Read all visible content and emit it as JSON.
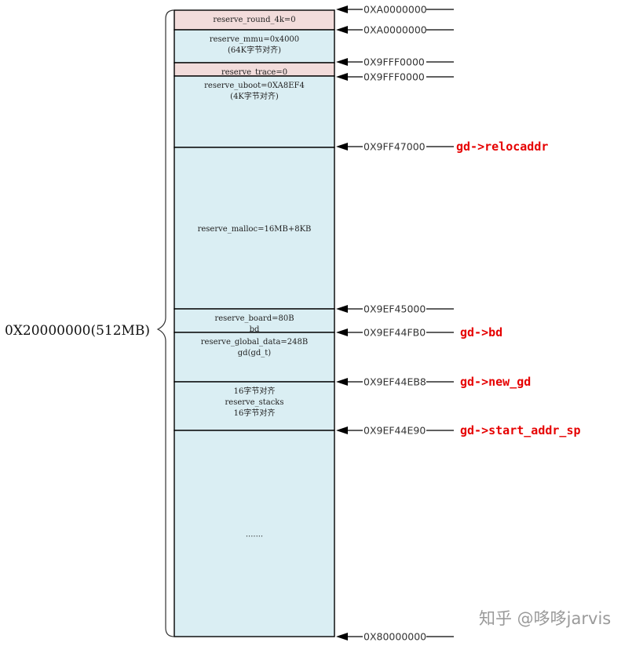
{
  "total_size_label": "0X20000000(512MB)",
  "watermark": "知乎 @哆哆jarvis",
  "blocks": [
    {
      "lines": [
        "reserve_round_4k=0"
      ],
      "color": "#f2dcdb"
    },
    {
      "lines": [
        "reserve_mmu=0x4000",
        "(64K字节对齐)"
      ],
      "color": "#daeef3"
    },
    {
      "lines": [
        "reserve_trace=0"
      ],
      "color": "#f2dcdb"
    },
    {
      "lines": [
        "reserve_uboot=0XA8EF4",
        "(4K字节对齐)"
      ],
      "color": "#daeef3"
    },
    {
      "lines": [
        "reserve_malloc=16MB+8KB"
      ],
      "color": "#daeef3"
    },
    {
      "lines": [
        "reserve_board=80B",
        "bd"
      ],
      "color": "#daeef3"
    },
    {
      "lines": [
        "reserve_global_data=248B",
        "gd(gd_t)"
      ],
      "color": "#daeef3"
    },
    {
      "lines": [
        "16字节对齐",
        "reserve_stacks",
        "16字节对齐"
      ],
      "color": "#daeef3"
    },
    {
      "lines": [
        "......."
      ],
      "color": "#daeef3"
    }
  ],
  "addresses": [
    {
      "label": "0XA0000000",
      "pointer": ""
    },
    {
      "label": "0XA0000000",
      "pointer": ""
    },
    {
      "label": "0X9FFF0000",
      "pointer": ""
    },
    {
      "label": "0X9FFF0000",
      "pointer": ""
    },
    {
      "label": "0X9FF47000",
      "pointer": "gd->relocaddr"
    },
    {
      "label": "0X9EF45000",
      "pointer": ""
    },
    {
      "label": "0X9EF44FB0",
      "pointer": "gd->bd"
    },
    {
      "label": "0X9EF44EB8",
      "pointer": "gd->new_gd"
    },
    {
      "label": "0X9EF44E90",
      "pointer": "gd->start_addr_sp"
    },
    {
      "label": "0X80000000",
      "pointer": ""
    }
  ]
}
